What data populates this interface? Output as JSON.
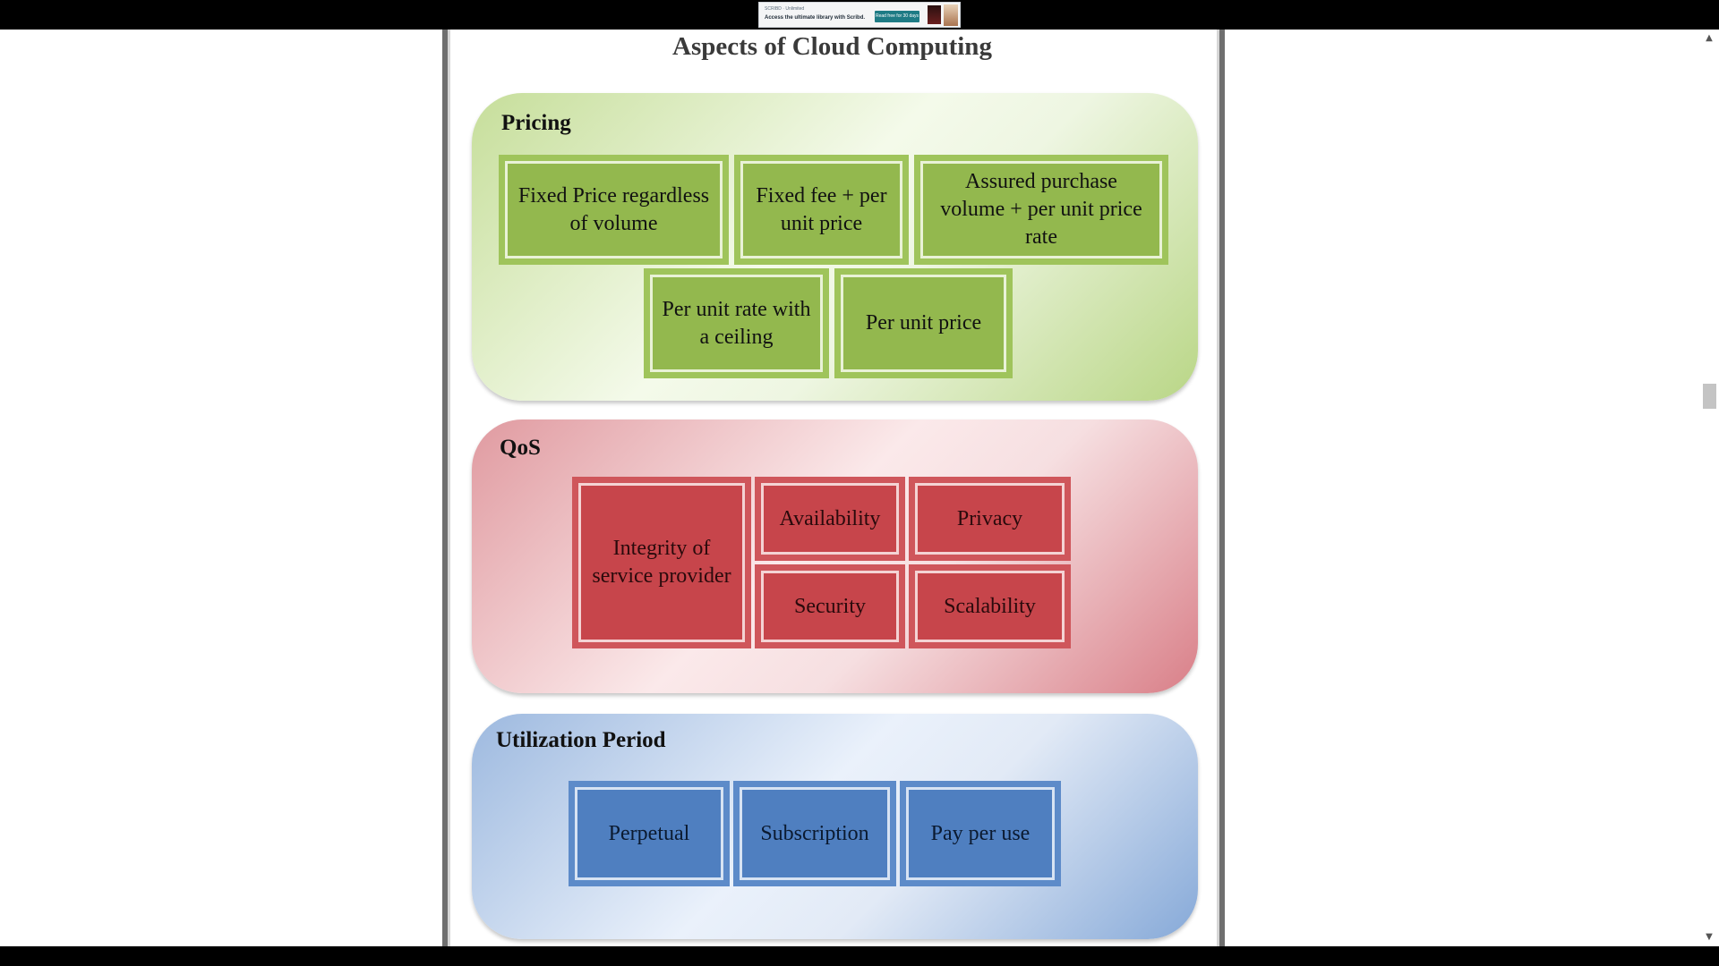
{
  "ad": {
    "subtext": "SCRIBD · Unlimited",
    "text": "Access the ultimate library with Scribd.",
    "cta": "Read free for 30 days"
  },
  "diagram": {
    "title": "Aspects of Cloud Computing",
    "pricing": {
      "label": "Pricing",
      "items": [
        "Fixed Price regardless of volume",
        "Fixed fee + per unit price",
        "Assured purchase volume + per unit price rate",
        "Per unit rate with a ceiling",
        "Per unit price"
      ]
    },
    "qos": {
      "label": "QoS",
      "items": [
        "Integrity of service provider",
        "Availability",
        "Privacy",
        "Security",
        "Scalability"
      ]
    },
    "utilization": {
      "label": "Utilization Period",
      "items": [
        "Perpetual",
        "Subscription",
        "Pay per use"
      ]
    }
  },
  "colors": {
    "pricing": "#93b84e",
    "qos": "#c7454b",
    "utilization": "#4f7fc0"
  },
  "icons": {
    "scroll_up": "triangle-up-icon",
    "scroll_down": "triangle-down-icon"
  }
}
